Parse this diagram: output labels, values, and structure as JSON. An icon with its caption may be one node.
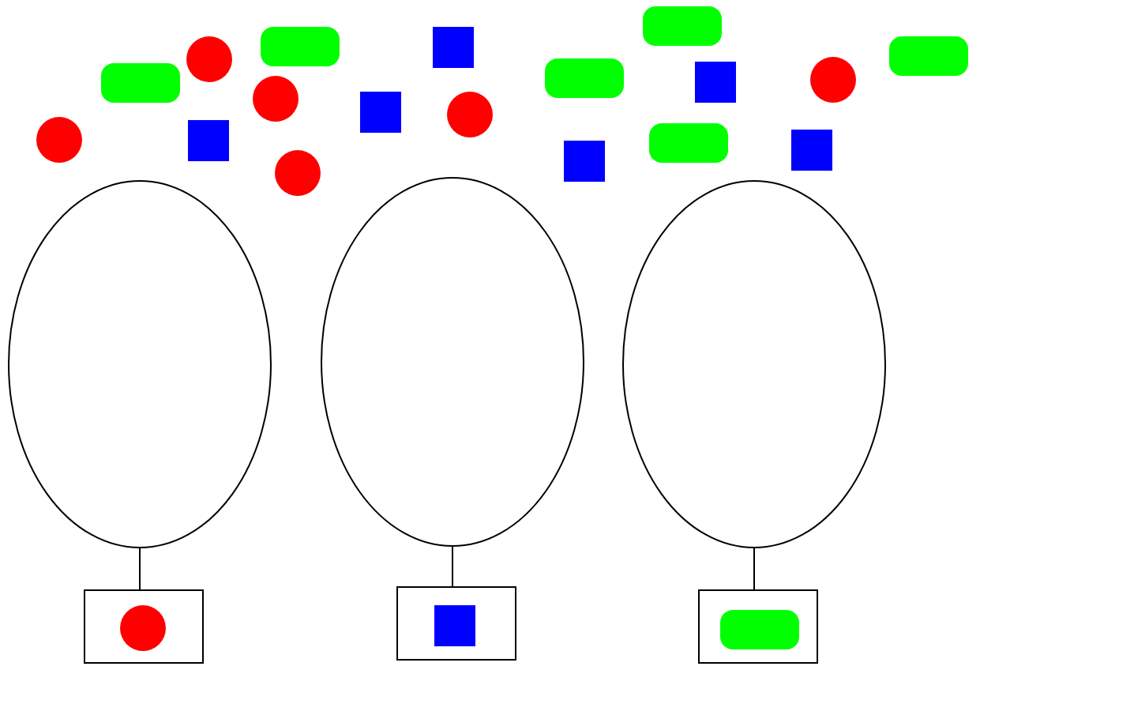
{
  "diagram": {
    "nodes": [
      {
        "text": [],
        "shape": "circle"
      },
      {
        "text": [],
        "shape": "pill"
      },
      {
        "text": [],
        "shape": "circle"
      },
      {
        "text": [],
        "shape": "square"
      },
      {
        "text": [],
        "shape": "pill"
      },
      {
        "text": [],
        "shape": "circle"
      },
      {
        "text": [],
        "shape": "circle"
      },
      {
        "text": [],
        "shape": "square"
      },
      {
        "text": [],
        "shape": "square"
      },
      {
        "text": [],
        "shape": "circle"
      },
      {
        "text": [],
        "shape": "pill"
      },
      {
        "text": [],
        "shape": "square"
      },
      {
        "text": [],
        "shape": "pill"
      },
      {
        "text": [],
        "shape": "pill"
      },
      {
        "text": [],
        "shape": "square"
      },
      {
        "text": [],
        "shape": "square"
      },
      {
        "text": [],
        "shape": "circle"
      },
      {
        "text": [],
        "shape": "pill"
      },
      {
        "text": [],
        "shape": "ellipse"
      },
      {
        "text": [],
        "shape": "ellipse"
      },
      {
        "text": [],
        "shape": "ellipse"
      },
      {
        "text": [],
        "shape": "box"
      },
      {
        "text": [],
        "shape": "circle",
        "in": 21
      },
      {
        "text": [],
        "shape": "box"
      },
      {
        "text": [],
        "shape": "square",
        "in": 23
      },
      {
        "text": [],
        "shape": "box"
      },
      {
        "text": [],
        "shape": "pill",
        "in": 25
      }
    ],
    "edges": [
      {
        "from": 18,
        "to": 21,
        "arrow": "none"
      },
      {
        "from": 19,
        "to": 23,
        "arrow": "none"
      },
      {
        "from": 20,
        "to": 25,
        "arrow": "none"
      }
    ]
  }
}
